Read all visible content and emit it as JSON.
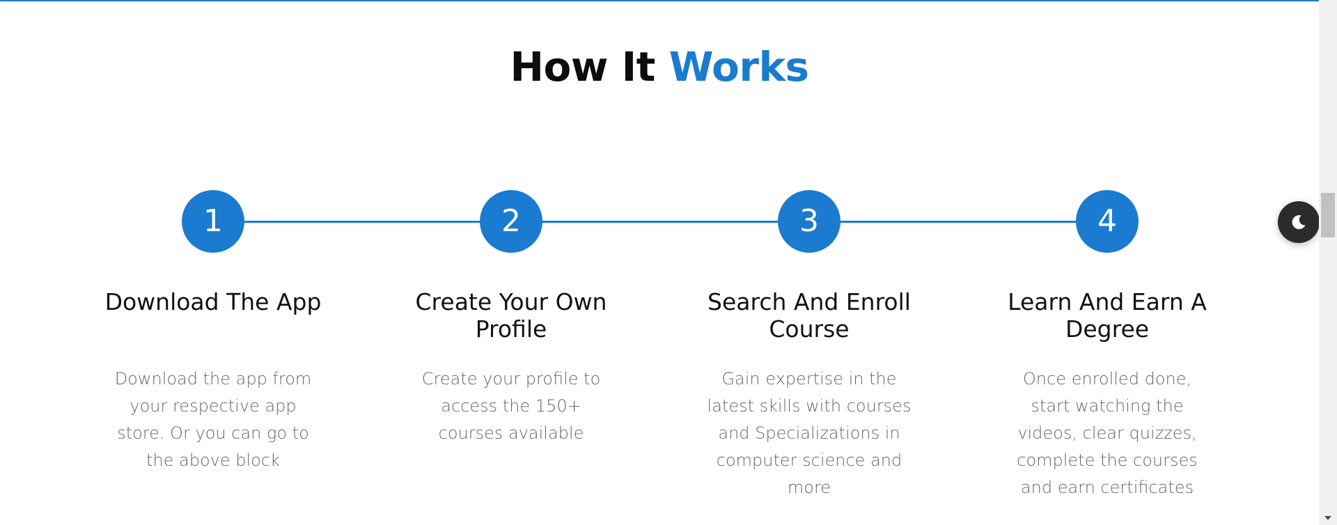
{
  "section": {
    "title_part1": "How It",
    "title_part2": "Works",
    "accent_color": "#1a7bd0"
  },
  "steps": [
    {
      "number": "1",
      "title": "Download The App",
      "description": "Download the app from your respective app store. Or you can go to the above block"
    },
    {
      "number": "2",
      "title": "Create Your Own Profile",
      "description": "Create your profile to access the 150+ courses available"
    },
    {
      "number": "3",
      "title": "Search And Enroll Course",
      "description": "Gain expertise in the latest skills with courses and Specializations in computer science and more"
    },
    {
      "number": "4",
      "title": "Learn And Earn A Degree",
      "description": "Once enrolled done, start watching the videos, clear quizzes, complete the courses and earn certificates"
    }
  ],
  "dark_mode_toggle": {
    "icon": "moon-icon"
  }
}
